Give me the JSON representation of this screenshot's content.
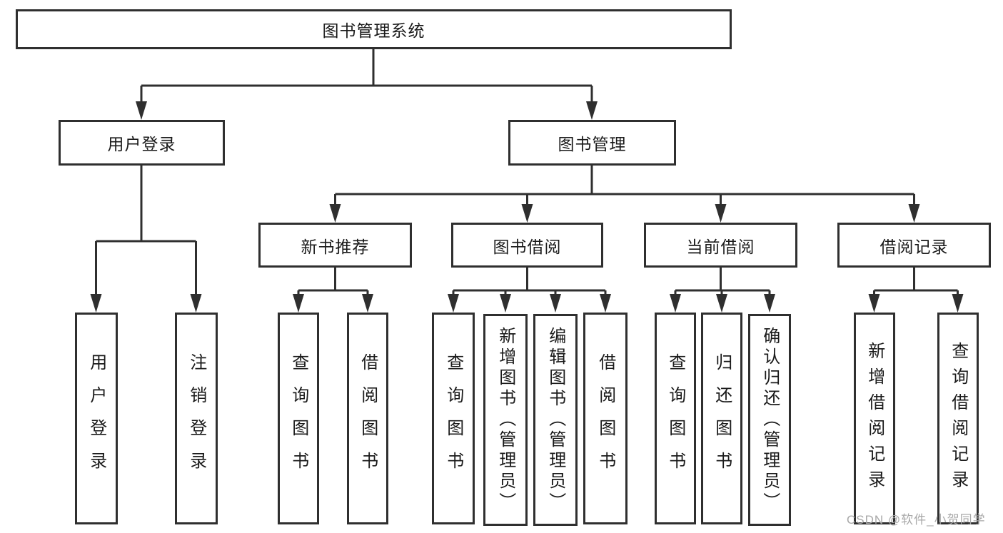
{
  "title": "图书管理系统",
  "level2": {
    "user_login": {
      "label": "用户登录",
      "children": [
        {
          "label": "用户登录"
        },
        {
          "label": "注销登录"
        }
      ]
    },
    "book_mgmt": {
      "label": "图书管理"
    }
  },
  "level3": [
    {
      "label": "新书推荐",
      "children": [
        {
          "label": "查询图书"
        },
        {
          "label": "借阅图书"
        }
      ]
    },
    {
      "label": "图书借阅",
      "children": [
        {
          "label": "查询图书"
        },
        {
          "label": "新增图书（管理员）"
        },
        {
          "label": "编辑图书（管理员）"
        },
        {
          "label": "借阅图书"
        }
      ]
    },
    {
      "label": "当前借阅",
      "children": [
        {
          "label": "查询图书"
        },
        {
          "label": "归还图书"
        },
        {
          "label": "确认归还（管理员）"
        }
      ]
    },
    {
      "label": "借阅记录",
      "children": [
        {
          "label": "新增借阅记录"
        },
        {
          "label": "查询借阅记录"
        }
      ]
    }
  ],
  "watermark": "CSDN @软件_小贺同学",
  "colors": {
    "line": "#2f2f2f",
    "text": "#1a1a1a",
    "box_bg": "#ffffff",
    "watermark": "#a8a8a8"
  }
}
